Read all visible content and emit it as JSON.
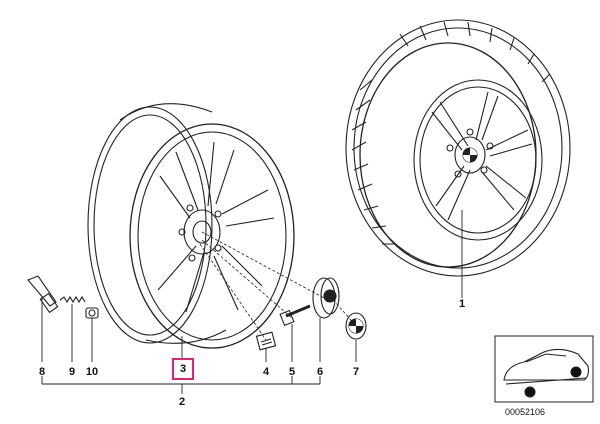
{
  "diagram": {
    "callouts": [
      {
        "id": "c1",
        "text": "1"
      },
      {
        "id": "c2",
        "text": "2"
      },
      {
        "id": "c3",
        "text": "3"
      },
      {
        "id": "c4",
        "text": "4"
      },
      {
        "id": "c5",
        "text": "5"
      },
      {
        "id": "c6",
        "text": "6"
      },
      {
        "id": "c7",
        "text": "7"
      },
      {
        "id": "c8",
        "text": "8"
      },
      {
        "id": "c9",
        "text": "9"
      },
      {
        "id": "c10",
        "text": "10"
      }
    ],
    "highlighted_callout": "3",
    "highlight_color": "#e0207a",
    "reference_number": "00052106"
  }
}
